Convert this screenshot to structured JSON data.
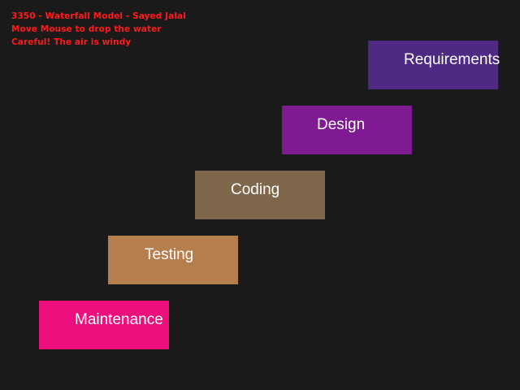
{
  "hud": {
    "title": "3350 - Waterfall Model - Sayed Jalal",
    "instruction": "Move Mouse to drop the water",
    "warning": "Careful! The air is windy"
  },
  "steps": [
    {
      "label": "Requirements",
      "color": "#4e2a84"
    },
    {
      "label": "Design",
      "color": "#7f1a93"
    },
    {
      "label": "Coding",
      "color": "#7f674b"
    },
    {
      "label": "Testing",
      "color": "#b67d4d"
    },
    {
      "label": "Maintenance",
      "color": "#ed0f7d"
    }
  ],
  "colors": {
    "background": "#1a1a1a",
    "hud_text": "#ff1a1a",
    "step_text": "#ffffff"
  }
}
